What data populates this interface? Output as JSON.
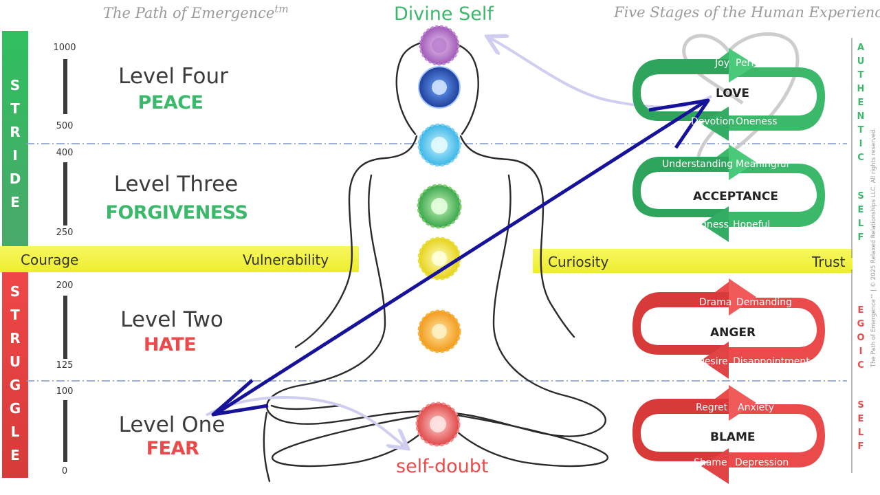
{
  "header": {
    "left_title": "The Path of Emergence",
    "left_tm": "tm",
    "right_title": "Five Stages of the Human Experience"
  },
  "top_label": "Divine Self",
  "bottom_label": "self-doubt",
  "left_columns": {
    "stride_letters": [
      "S",
      "T",
      "R",
      "I",
      "D",
      "E"
    ],
    "struggle_letters": [
      "S",
      "T",
      "R",
      "U",
      "G",
      "G",
      "L",
      "E"
    ]
  },
  "levels": [
    {
      "name": "Level Four",
      "word": "PEACE",
      "top": "1000",
      "bottom": "500"
    },
    {
      "name": "Level Three",
      "word": "FORGIVENESS",
      "top": "400",
      "bottom": "250"
    },
    {
      "name": "Level Two",
      "word": "HATE",
      "top": "200",
      "bottom": "125"
    },
    {
      "name": "Level One",
      "word": "FEAR",
      "top": "100",
      "bottom": "0"
    }
  ],
  "yellow_bar": {
    "left_a": "Courage",
    "left_b": "Vulnerability",
    "right_a": "Curiosity",
    "right_b": "Trust"
  },
  "cycles": [
    {
      "center": "LOVE",
      "tl": "Joy",
      "tr": "Perfect",
      "bl": "Devotion",
      "br": "Oneness",
      "color": "green"
    },
    {
      "center": "ACCEPTANCE",
      "tl": "Understanding",
      "tr": "Meaningful",
      "bl": "Willingness",
      "br": "Hopeful",
      "color": "green"
    },
    {
      "center": "ANGER",
      "tl": "Drama",
      "tr": "Demanding",
      "bl": "Desire",
      "br": "Disappointment",
      "color": "red"
    },
    {
      "center": "BLAME",
      "tl": "Regret",
      "tr": "Anxiety",
      "bl": "Shame",
      "br": "Depression",
      "color": "red"
    }
  ],
  "right_columns": {
    "authentic_letters": [
      "A",
      "U",
      "T",
      "H",
      "E",
      "N",
      "T",
      "I",
      "C"
    ],
    "authentic_self_letters": [
      "S",
      "E",
      "L",
      "F"
    ],
    "egoic_letters": [
      "E",
      "G",
      "O",
      "I",
      "C"
    ],
    "egoic_self_letters": [
      "S",
      "E",
      "L",
      "F"
    ]
  },
  "copyright": "The Path of Emergence™ | © 2025 Relaxed Relationships LLC. All rights reserved.",
  "colors": {
    "green": "#3cb86b",
    "red": "#ea4a4a",
    "yellow": "#f3f33a",
    "navy": "#16129a",
    "gray_text": "#9a9a9a"
  },
  "icons": {
    "chakras": [
      "crown-chakra-icon",
      "third-eye-chakra-icon",
      "throat-chakra-icon",
      "heart-chakra-icon",
      "solar-plexus-chakra-icon",
      "sacral-chakra-icon",
      "root-chakra-icon"
    ]
  }
}
